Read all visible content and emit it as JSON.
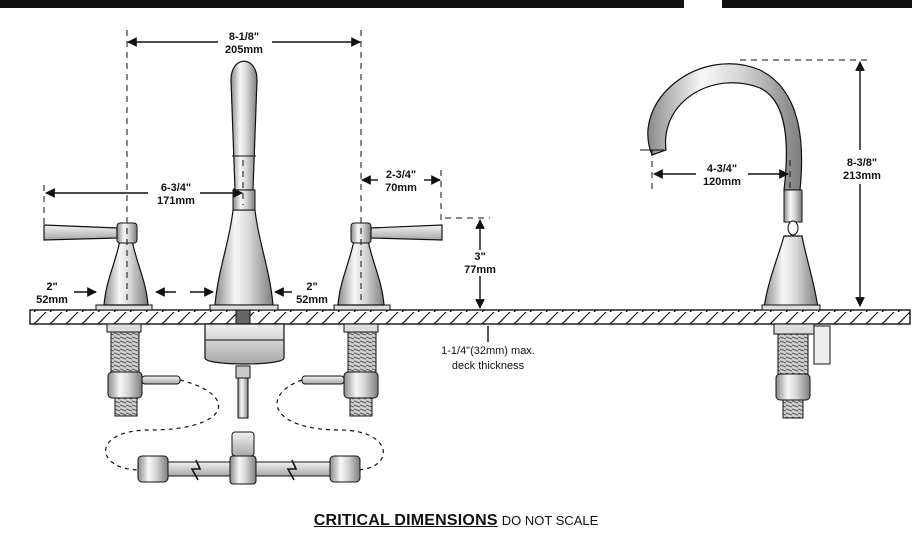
{
  "dimensions": {
    "spout_spread": {
      "imperial": "8-1/8\"",
      "metric": "205mm"
    },
    "handle_reach": {
      "imperial": "6-3/4\"",
      "metric": "171mm"
    },
    "handle_width": {
      "imperial": "2-3/4\"",
      "metric": "70mm"
    },
    "handle_height": {
      "imperial": "3\"",
      "metric": "77mm"
    },
    "left_base": {
      "imperial": "2\"",
      "metric": "52mm"
    },
    "spout_base": {
      "imperial": "2\"",
      "metric": "52mm"
    },
    "spout_reach": {
      "imperial": "4-3/4\"",
      "metric": "120mm"
    },
    "spout_height": {
      "imperial": "8-3/8\"",
      "metric": "213mm"
    }
  },
  "deck_note": {
    "line1": "1-1/4\"(32mm) max.",
    "line2": "deck thickness"
  },
  "caption": {
    "title": "CRITICAL DIMENSIONS",
    "subtitle": "DO NOT SCALE"
  },
  "colors": {
    "line": "#111111",
    "metal_light": "#f2f2f2",
    "metal_dark": "#9a9a9a"
  }
}
